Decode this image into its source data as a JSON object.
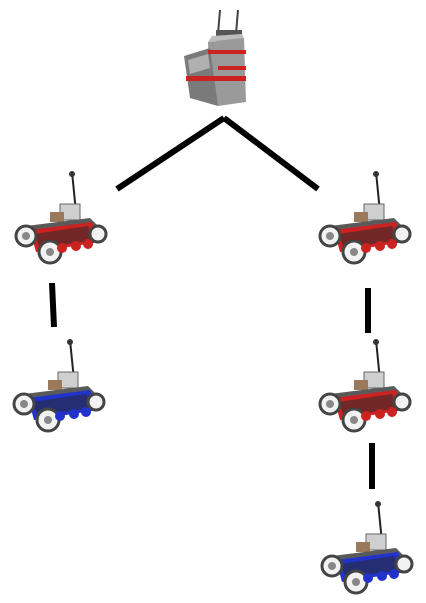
{
  "diagram": {
    "type": "tree",
    "root": {
      "name": "base-station",
      "icon": "base-station-icon"
    },
    "nodes": [
      {
        "id": "robot-left-1",
        "icon": "tracked-robot-icon",
        "color": "#cc2222",
        "parent": "base-station"
      },
      {
        "id": "robot-left-2",
        "icon": "tracked-robot-icon",
        "color": "#2233cc",
        "parent": "robot-left-1"
      },
      {
        "id": "robot-right-1",
        "icon": "tracked-robot-icon",
        "color": "#cc2222",
        "parent": "base-station"
      },
      {
        "id": "robot-right-2",
        "icon": "tracked-robot-icon",
        "color": "#cc2222",
        "parent": "robot-right-1"
      },
      {
        "id": "robot-right-3",
        "icon": "tracked-robot-icon",
        "color": "#2233cc",
        "parent": "robot-right-2"
      }
    ]
  },
  "colors": {
    "link": "#000000",
    "red_accent": "#cc2222",
    "blue_accent": "#2233cc",
    "chassis": "#3a3a3a",
    "base_body": "#8a8a8a"
  }
}
